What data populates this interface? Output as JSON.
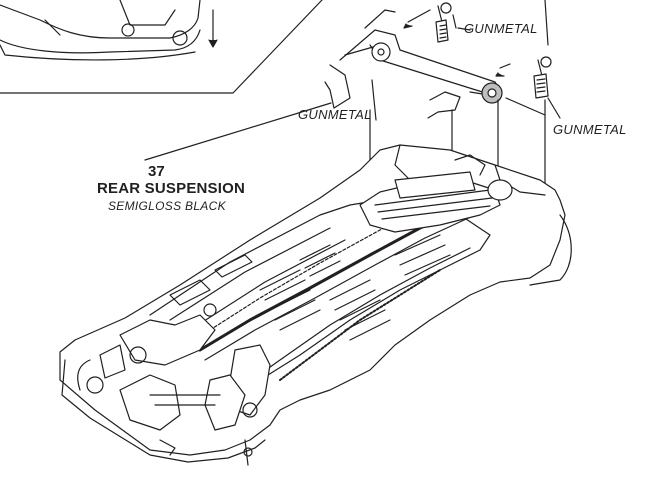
{
  "callouts": {
    "top_right": "GUNMETAL",
    "middle_left": "GUNMETAL",
    "right": "GUNMETAL"
  },
  "step": {
    "number": "37",
    "title": "REAR SUSPENSION",
    "paint": "SEMIGLOSS BLACK"
  },
  "colors": {
    "ink": "#231f20",
    "paper": "#ffffff",
    "shade": "#bcbec0"
  }
}
